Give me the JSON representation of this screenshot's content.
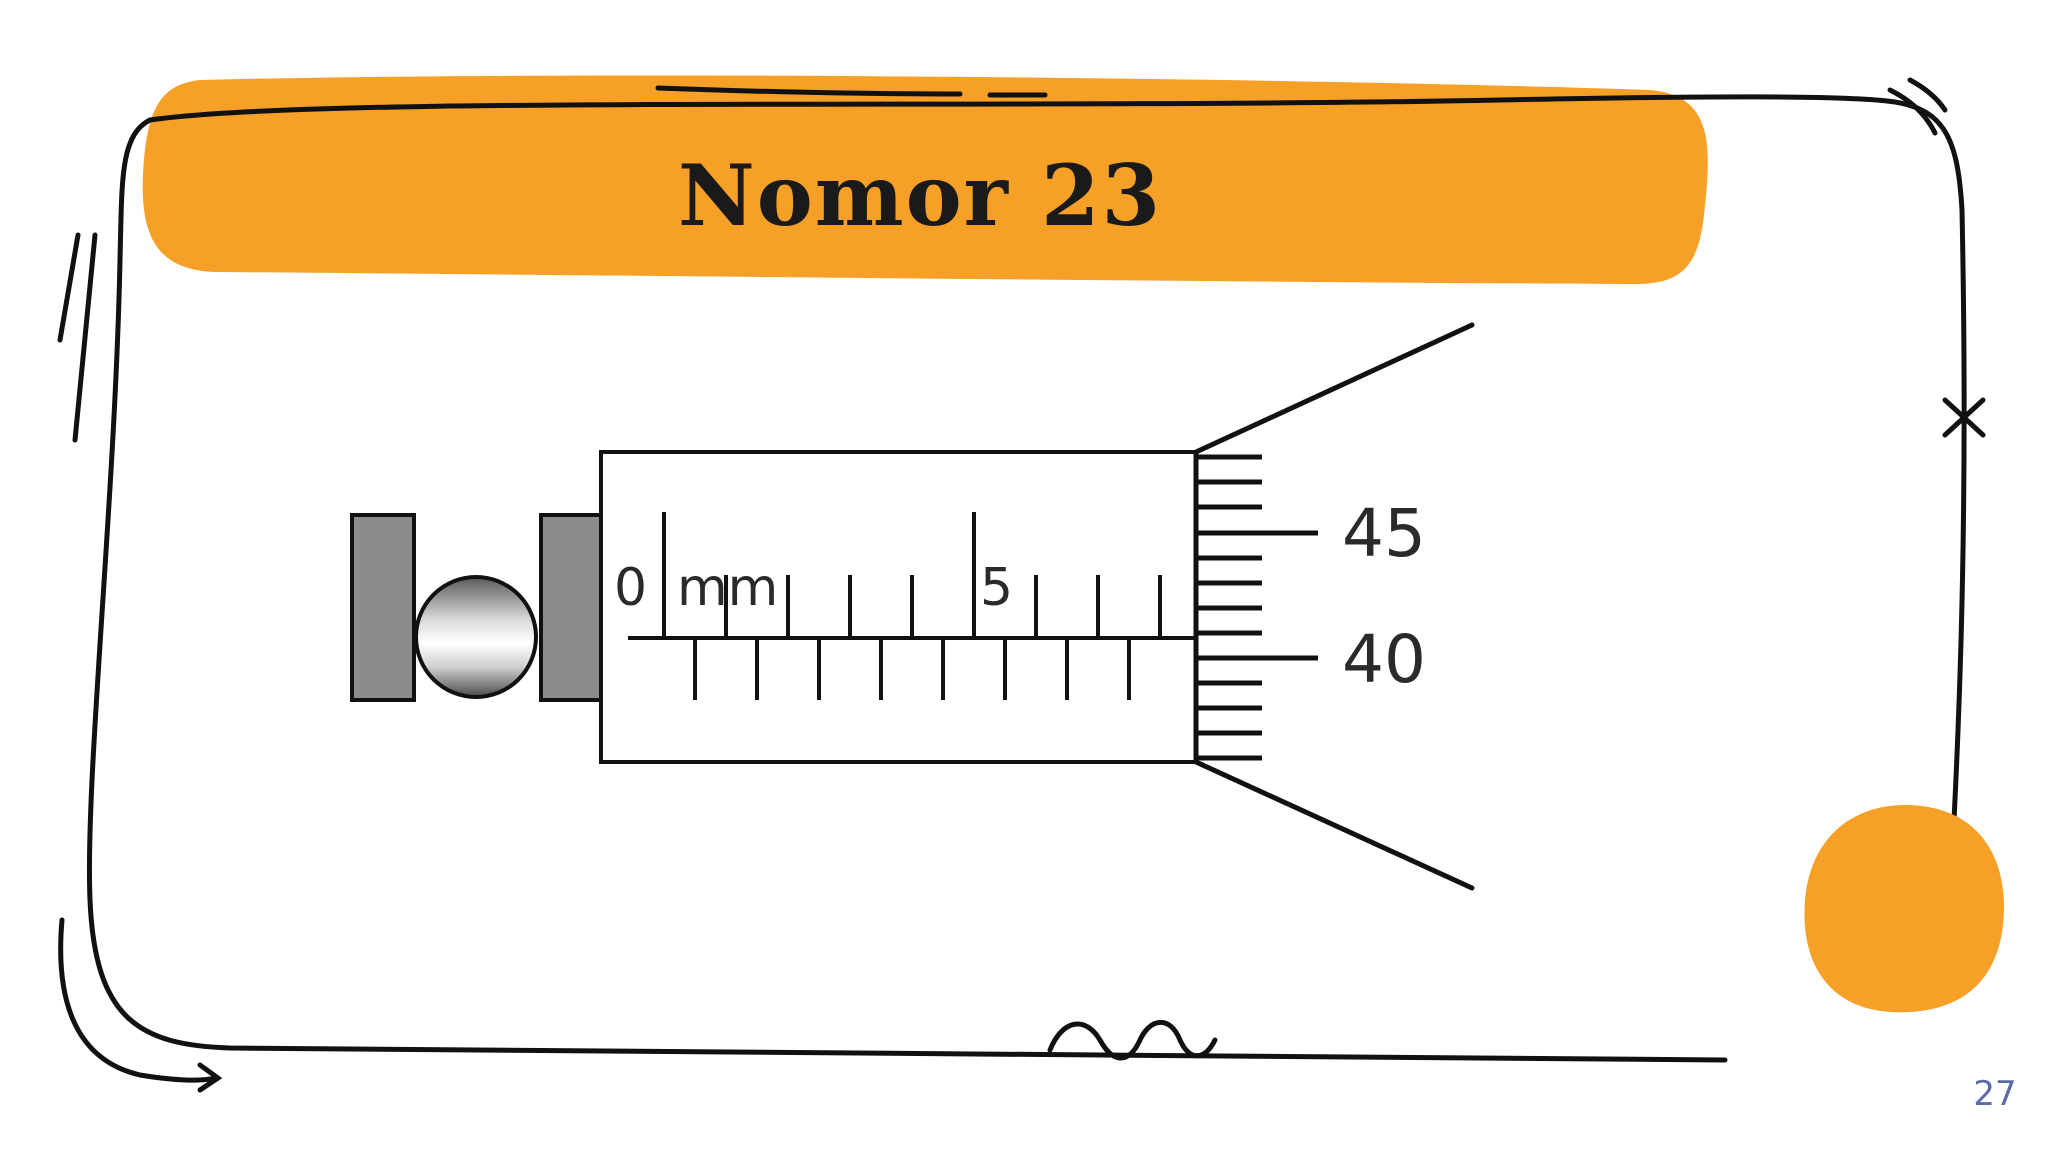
{
  "slide": {
    "title": "Nomor 23",
    "page_number": "27"
  },
  "micrometer": {
    "sleeve_labels": [
      "0",
      "mm",
      "5"
    ],
    "thimble_labels": [
      "45",
      "40"
    ]
  },
  "colors": {
    "accent": "#f7a027",
    "ink": "#111111",
    "anvil": "#8c8c8c",
    "page_number": "#5a6aa8"
  }
}
